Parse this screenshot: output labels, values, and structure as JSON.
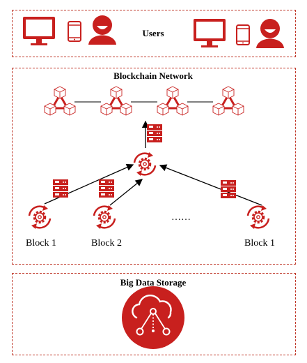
{
  "users": {
    "title": "Users"
  },
  "blockchain": {
    "title": "Blockchain Network",
    "block_labels": [
      "Block 1",
      "Block 2",
      "Block 1"
    ],
    "ellipsis": "……"
  },
  "storage": {
    "title": "Big Data Storage"
  },
  "colors": {
    "accent": "#c8201e",
    "line": "#000000"
  },
  "icons": [
    "monitor-icon",
    "tablet-icon",
    "user-avatar-icon",
    "blockchain-cube-icon",
    "server-rack-icon",
    "gear-cycle-icon",
    "cloud-network-icon"
  ]
}
